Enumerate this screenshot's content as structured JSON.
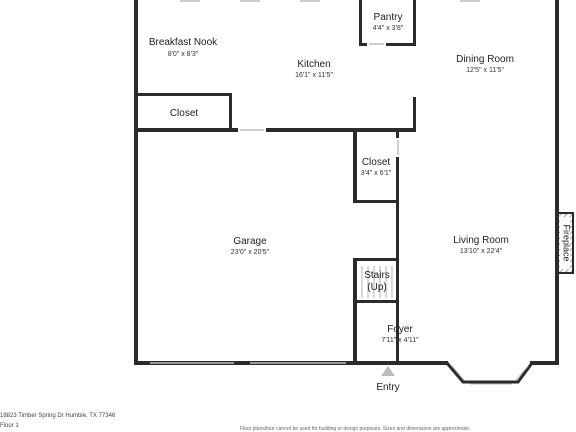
{
  "rooms": {
    "breakfast_nook": {
      "name": "Breakfast Nook",
      "dims": "8'0\" x 8'3\""
    },
    "pantry": {
      "name": "Pantry",
      "dims": "4'4\" x 3'8\""
    },
    "kitchen": {
      "name": "Kitchen",
      "dims": "16'1\" x 11'5\""
    },
    "dining_room": {
      "name": "Dining Room",
      "dims": "12'5\" x 11'5\""
    },
    "closet_upper": {
      "name": "Closet"
    },
    "closet_middle": {
      "name": "Closet",
      "dims": "3'4\" x 6'1\""
    },
    "garage": {
      "name": "Garage",
      "dims": "23'0\" x 20'5\""
    },
    "living_room": {
      "name": "Living Room",
      "dims": "13'10\" x 22'4\""
    },
    "fireplace": {
      "name": "Fireplace"
    },
    "stairs": {
      "line1": "Stairs",
      "line2": "(Up)"
    },
    "foyer": {
      "name": "Foyer",
      "dims": "7'11\" x 4'11\""
    }
  },
  "entry": {
    "label": "Entry"
  },
  "footer": {
    "address": "18823 Timber Spring Dr Humble, TX 77346",
    "floor": "Floor 1",
    "disclaimer": "Floor plans/tour cannot be used for building or design purposes. Sizes and dimensions are approximate."
  },
  "colors": {
    "wall": "#2b2b2b",
    "background": "#ffffff",
    "fireplace_hatch": "#555555",
    "entry_marker": "#bdbdbd"
  }
}
